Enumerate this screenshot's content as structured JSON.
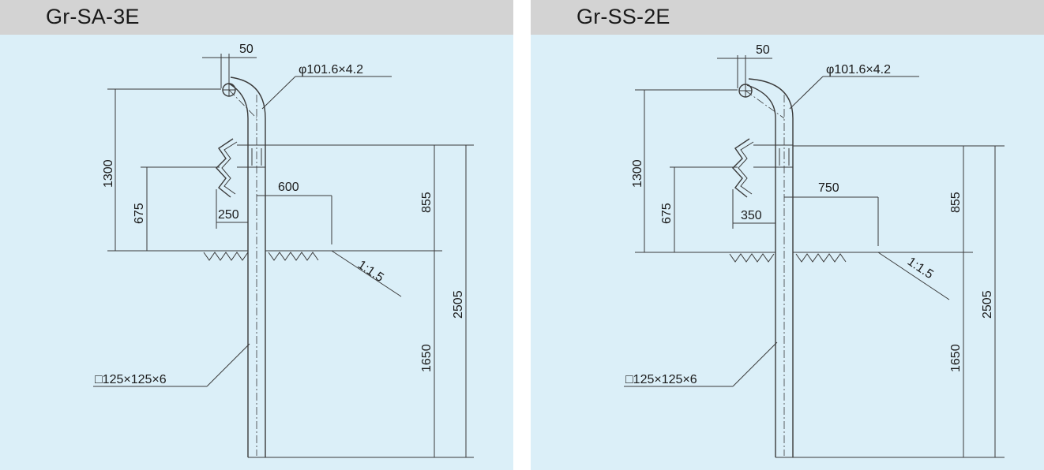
{
  "panels": [
    {
      "title": "Gr-SA-3E",
      "labels": {
        "dim_post_offset": "50",
        "pipe_spec": "φ101.6×4.2",
        "dim_total_height": "1300",
        "dim_beam_height": "675",
        "dim_beam_offset": "250",
        "dim_horizontal": "600",
        "dim_upper": "855",
        "dim_total": "2505",
        "dim_lower": "1650",
        "slope": "1:1.5",
        "post_spec": "□125×125×6"
      }
    },
    {
      "title": "Gr-SS-2E",
      "labels": {
        "dim_post_offset": "50",
        "pipe_spec": "φ101.6×4.2",
        "dim_total_height": "1300",
        "dim_beam_height": "675",
        "dim_beam_offset": "350",
        "dim_horizontal": "750",
        "dim_upper": "855",
        "dim_total": "2505",
        "dim_lower": "1650",
        "slope": "1:1.5",
        "post_spec": "□125×125×6"
      }
    }
  ]
}
